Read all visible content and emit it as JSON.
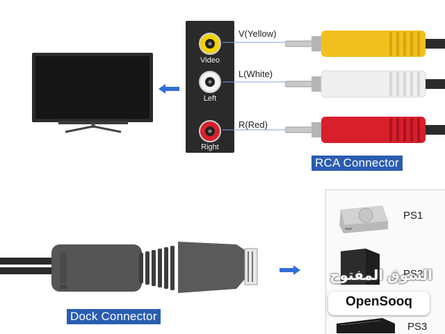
{
  "jacks": [
    {
      "label": "Video",
      "color": "#f3d100"
    },
    {
      "label": "Left",
      "color": "#f4f4f4"
    },
    {
      "label": "Right",
      "color": "#d8222a"
    }
  ],
  "plugs": [
    {
      "label": "V(Yellow)",
      "color": "#f2c01e"
    },
    {
      "label": "L(White)",
      "color": "#efefef"
    },
    {
      "label": "R(Red)",
      "color": "#d81f2c"
    }
  ],
  "captions": {
    "rca": "RCA Connector",
    "dock": "Dock Connector"
  },
  "consoles": [
    {
      "label": "PS1"
    },
    {
      "label": "PS2"
    },
    {
      "label": "PS3"
    }
  ],
  "watermark": {
    "arabic": "السوق المفتوح",
    "brand": "OpenSooq"
  },
  "colors": {
    "caption_bg": "#2a5db0",
    "arrow": "#2f6fd6",
    "panel": "#2a2a2a"
  },
  "icons": [
    "tv-icon",
    "arrow-left-icon",
    "arrow-right-icon",
    "ps1-console-icon",
    "ps2-console-icon",
    "ps3-console-icon"
  ]
}
